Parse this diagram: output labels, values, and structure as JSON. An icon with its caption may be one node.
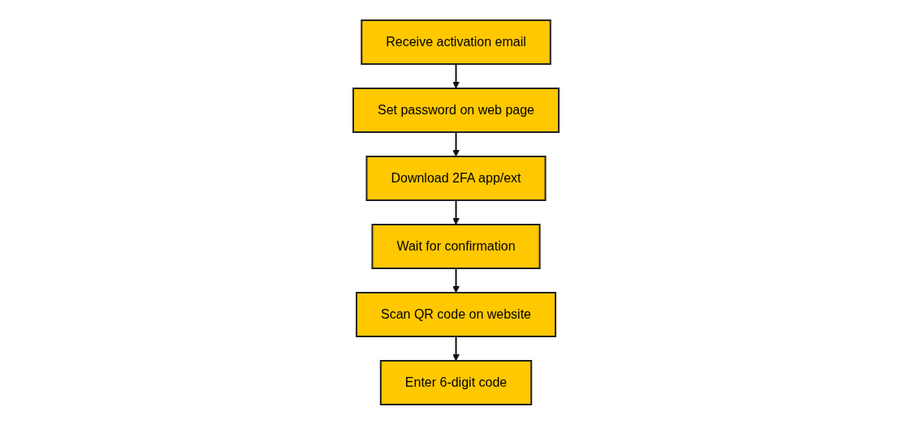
{
  "diagram": {
    "nodes": [
      {
        "text": [
          "Receive activation email"
        ]
      },
      {
        "text": [
          "Set password on web page"
        ]
      },
      {
        "text": [
          "Download 2FA app/ext"
        ]
      },
      {
        "text": [
          "Wait for confirmation"
        ]
      },
      {
        "text": [
          "Scan QR code on website"
        ]
      },
      {
        "text": [
          "Enter 6-digit code"
        ]
      }
    ],
    "edges": [
      {
        "from": 0,
        "to": 1,
        "arrow": "to"
      },
      {
        "from": 1,
        "to": 2,
        "arrow": "to"
      },
      {
        "from": 2,
        "to": 3,
        "arrow": "to"
      },
      {
        "from": 3,
        "to": 4,
        "arrow": "to"
      },
      {
        "from": 4,
        "to": 5,
        "arrow": "to"
      }
    ]
  }
}
